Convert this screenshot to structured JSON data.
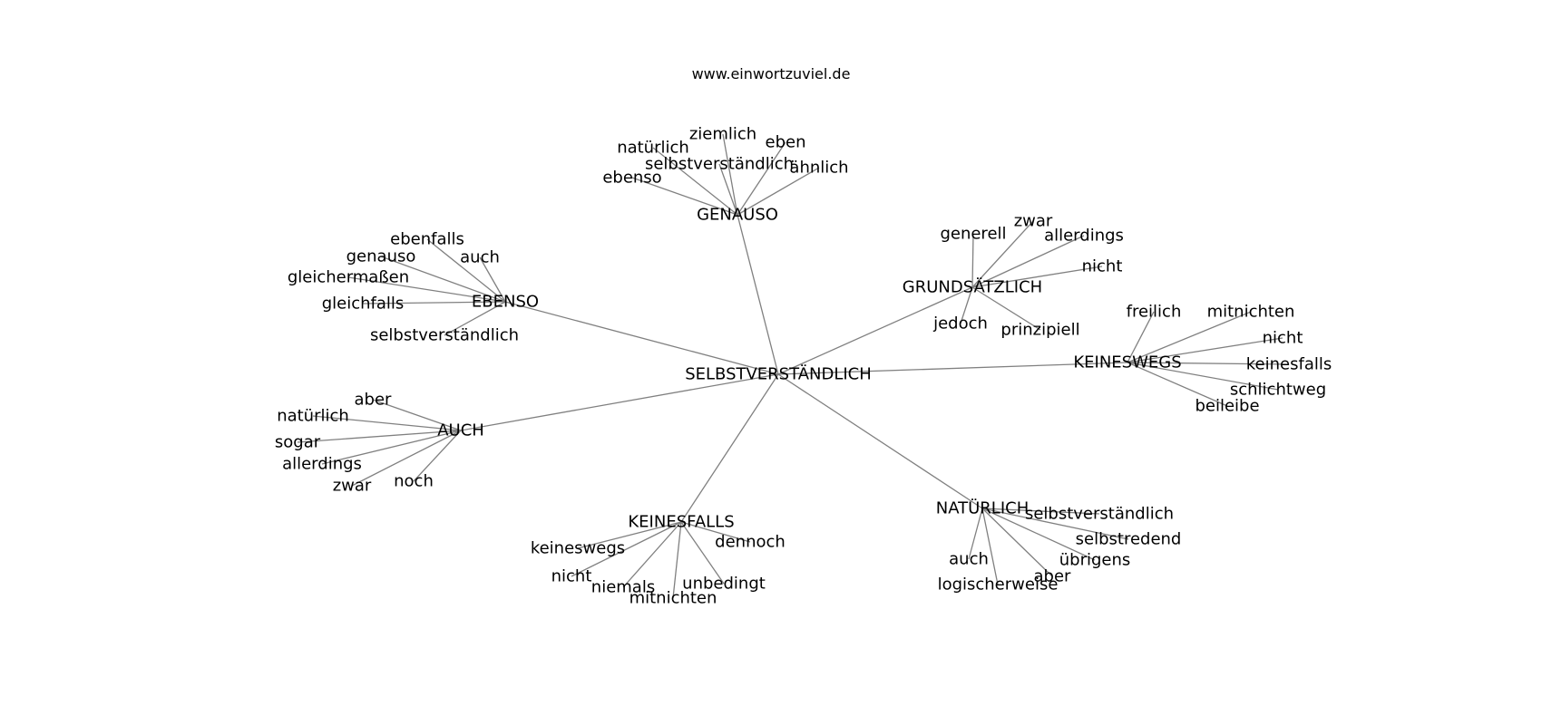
{
  "site_title": "www.einwortzuviel.de",
  "colors": {
    "edge": "#808080",
    "text": "#000000",
    "background": "#ffffff"
  },
  "graph": {
    "root": "SELBSTVERSTÄNDLICH",
    "hubs": [
      {
        "id": "genauso",
        "label": "GENAUSO",
        "leaves": [
          "ziemlich",
          "natürlich",
          "eben",
          "selbstverständlich",
          "ähnlich",
          "ebenso"
        ]
      },
      {
        "id": "ebenso",
        "label": "EBENSO",
        "leaves": [
          "ebenfalls",
          "genauso",
          "auch",
          "gleichermaßen",
          "gleichfalls",
          "selbstverständlich"
        ]
      },
      {
        "id": "grundsaetzlich",
        "label": "GRUNDSÄTZLICH",
        "leaves": [
          "zwar",
          "generell",
          "allerdings",
          "nicht",
          "jedoch",
          "prinzipiell"
        ]
      },
      {
        "id": "keineswegs",
        "label": "KEINESWEGS",
        "leaves": [
          "freilich",
          "mitnichten",
          "nicht",
          "keinesfalls",
          "schlichtweg",
          "beileibe"
        ]
      },
      {
        "id": "auch",
        "label": "AUCH",
        "leaves": [
          "aber",
          "natürlich",
          "sogar",
          "allerdings",
          "noch",
          "zwar"
        ]
      },
      {
        "id": "keinesfalls",
        "label": "KEINESFALLS",
        "leaves": [
          "dennoch",
          "keineswegs",
          "nicht",
          "unbedingt",
          "niemals",
          "mitnichten"
        ]
      },
      {
        "id": "natuerlich",
        "label": "NATÜRLICH",
        "leaves": [
          "selbstverständlich",
          "selbstredend",
          "übrigens",
          "auch",
          "aber",
          "logischerweise"
        ]
      }
    ]
  }
}
